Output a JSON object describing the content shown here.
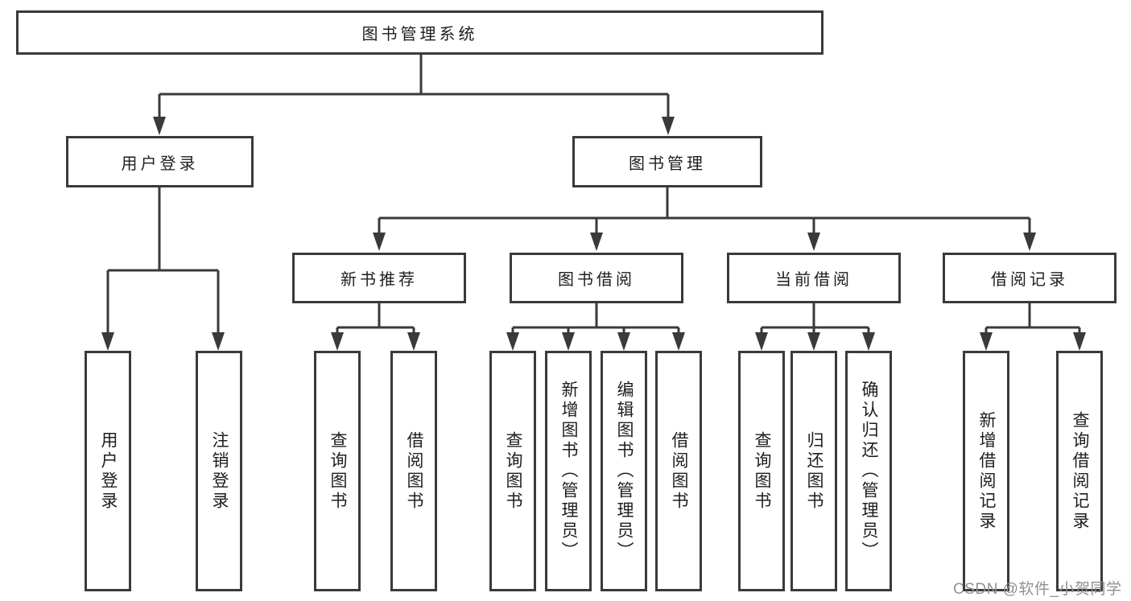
{
  "diagram": {
    "root": {
      "label": "图书管理系统"
    },
    "level2": [
      "用户登录",
      "图书管理"
    ],
    "level3": [
      "新书推荐",
      "图书借阅",
      "当前借阅",
      "借阅记录"
    ],
    "leaves": {
      "user_login": [
        "用户登录",
        "注销登录"
      ],
      "new_book_recommend": [
        "查询图书",
        "借阅图书"
      ],
      "book_borrow": [
        "查询图书",
        "新增图书（管理员）",
        "编辑图书（管理员）",
        "借阅图书"
      ],
      "current_borrow": [
        "查询图书",
        "归还图书",
        "确认归还（管理员）"
      ],
      "borrow_records": [
        "新增借阅记录",
        "查询借阅记录"
      ]
    }
  },
  "watermark": {
    "text": "CSDN @软件_小贺同学"
  },
  "colors": {
    "line": "#3a3a3a",
    "box_border": "#3a3a3a",
    "text": "#1e1e1e",
    "watermark": "#909090",
    "background": "#ffffff"
  }
}
